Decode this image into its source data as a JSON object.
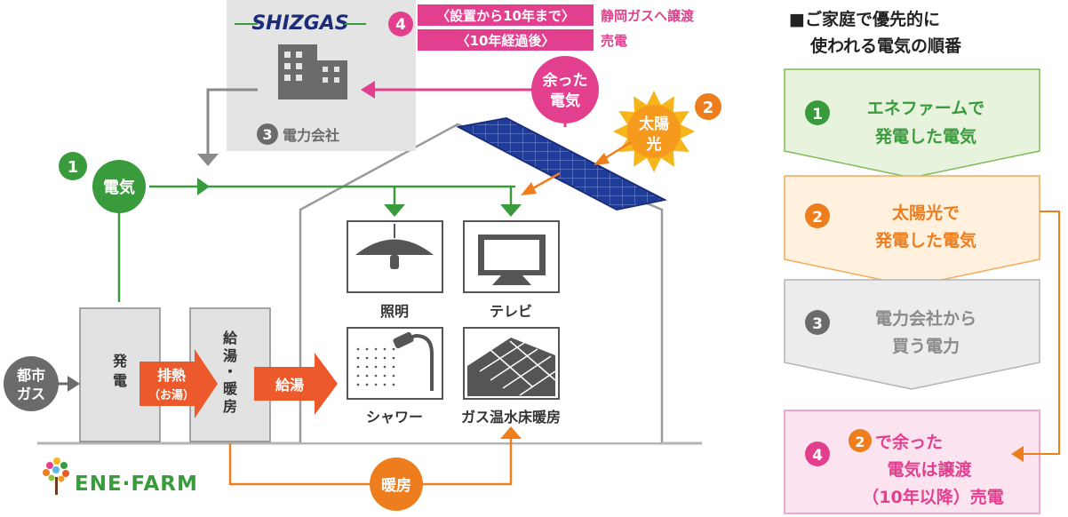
{
  "company": {
    "logo": "SHIZGAS",
    "label": "電力会社",
    "num": "3"
  },
  "sale_notice": {
    "num": "4",
    "row1_tag": "〈設置から10年まで〉",
    "row1_text": "静岡ガスへ譲渡",
    "row2_tag": "〈10年経過後〉",
    "row2_text": "売電"
  },
  "surplus": {
    "line1": "余った",
    "line2": "電気"
  },
  "solar": {
    "num": "2",
    "line1": "太陽",
    "line2": "光"
  },
  "electricity": {
    "num": "1",
    "label": "電気"
  },
  "city_gas": {
    "line1": "都市",
    "line2": "ガス"
  },
  "enefarm_units": {
    "generation": [
      "発",
      "電"
    ],
    "waste_heat": {
      "line1": "排熱",
      "line2": "（お湯）"
    },
    "hotwater_heating": [
      "給",
      "湯",
      "・",
      "暖",
      "房"
    ],
    "hot_water": "給湯",
    "heating": "暖房"
  },
  "appliances": {
    "lighting": "照明",
    "tv": "テレビ",
    "shower": "シャワー",
    "floor_heating": "ガス温水床暖房"
  },
  "brand": "ENE·FARM",
  "priority": {
    "title_line1": "■ご家庭で優先的に",
    "title_line2": "使われる電気の順番",
    "steps": [
      {
        "num": "1",
        "line1": "エネファームで",
        "line2": "発電した電気"
      },
      {
        "num": "2",
        "line1": "太陽光で",
        "line2": "発電した電気"
      },
      {
        "num": "3",
        "line1": "電力会社から",
        "line2": "買う電力"
      },
      {
        "num": "4",
        "badge": "2",
        "line1": "で余った",
        "line2": "電気は譲渡",
        "line3": "（10年以降）売電"
      }
    ]
  },
  "colors": {
    "green": "#3a9b3c",
    "orange": "#ee7d1e",
    "red_orange": "#ec5a2c",
    "pink": "#e2408f",
    "gray": "#6b6b6b",
    "light_gray": "#e2e2e2",
    "navy": "#1b2d7a"
  }
}
